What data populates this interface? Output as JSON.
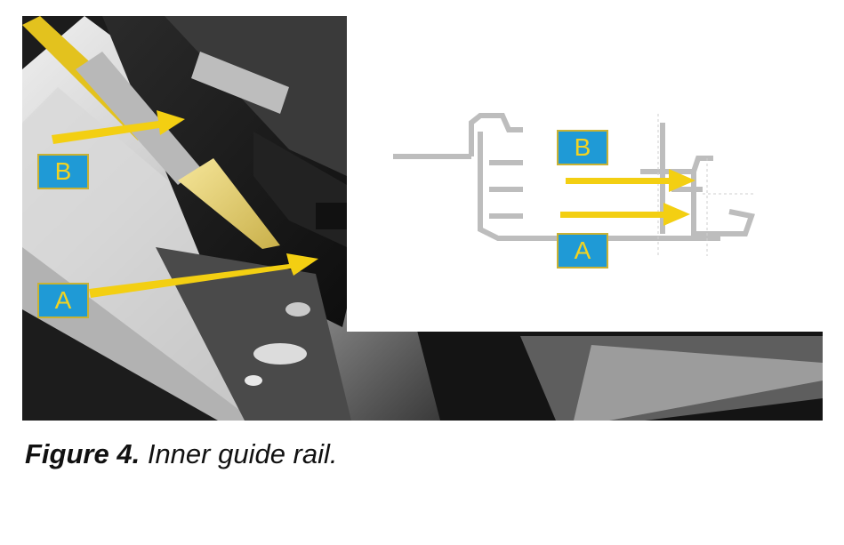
{
  "photo": {
    "label_b": "B",
    "label_a": "A"
  },
  "diagram": {
    "label_b": "B",
    "label_a": "A"
  },
  "caption": {
    "figure": "Figure 4.",
    "text": "Inner guide rail."
  },
  "colors": {
    "arrow": "#f3cf12",
    "label_fill": "#1f9ad6",
    "label_text": "#f2d321"
  }
}
